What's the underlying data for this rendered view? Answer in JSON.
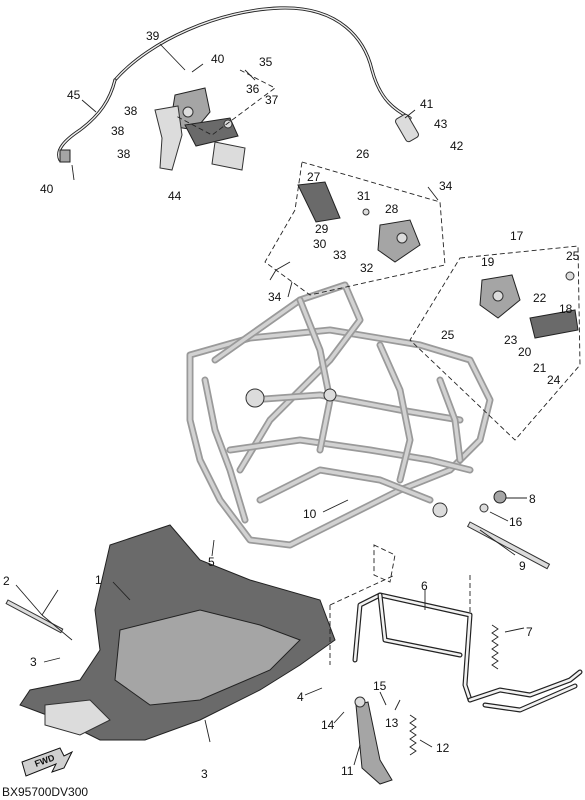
{
  "diagram_code": "BX95700DV300",
  "fwd_label": "FWD",
  "callouts": [
    "1",
    "2",
    "3",
    "3",
    "4",
    "5",
    "6",
    "7",
    "8",
    "9",
    "10",
    "11",
    "12",
    "13",
    "14",
    "15",
    "16",
    "17",
    "18",
    "19",
    "20",
    "21",
    "22",
    "23",
    "24",
    "25",
    "25",
    "26",
    "27",
    "28",
    "29",
    "30",
    "31",
    "32",
    "33",
    "34",
    "34",
    "35",
    "36",
    "37",
    "38",
    "38",
    "38",
    "39",
    "40",
    "40",
    "41",
    "42",
    "43",
    "44",
    "45"
  ]
}
